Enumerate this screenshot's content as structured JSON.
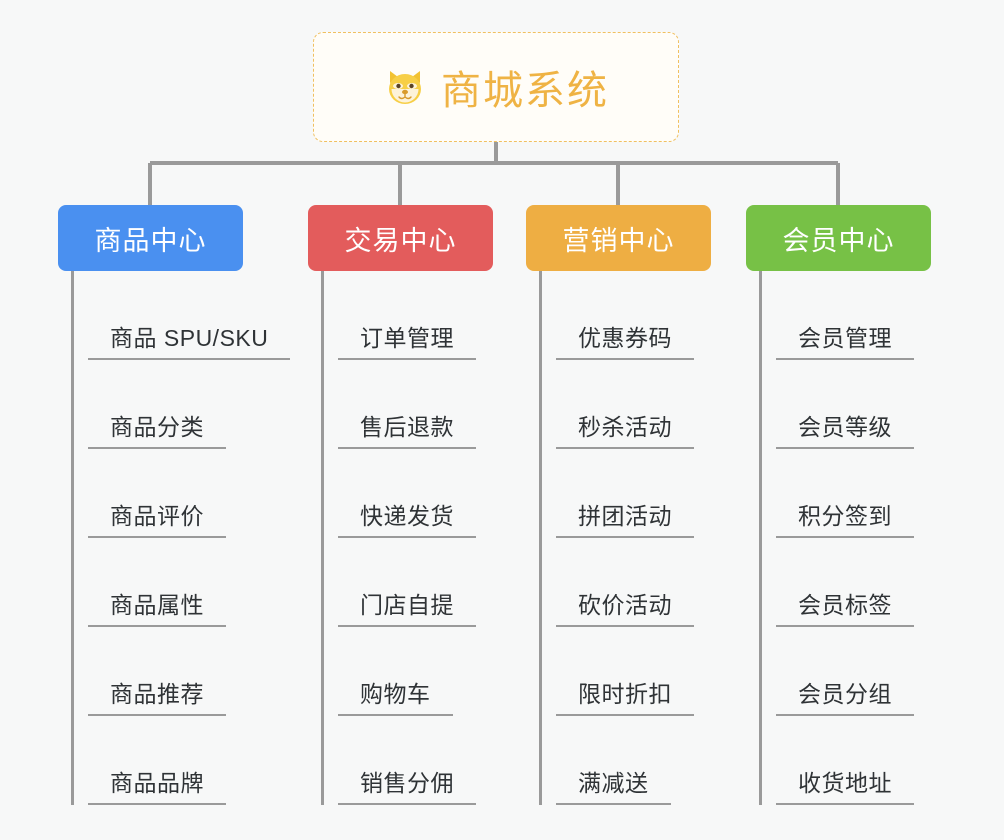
{
  "root": {
    "icon": "shiba-dog-face-icon",
    "icon_glyph": "🐶",
    "title": "商城系统",
    "border_color": "#f0c060",
    "text_color": "#efb344",
    "background": "#fffdf8"
  },
  "canvas": {
    "background": "#f7f8f8",
    "line_color": "#9a9a9a"
  },
  "columns": [
    {
      "header": "商品中心",
      "color": "#4a90f0",
      "items": [
        "商品 SPU/SKU",
        "商品分类",
        "商品评价",
        "商品属性",
        "商品推荐",
        "商品品牌"
      ]
    },
    {
      "header": "交易中心",
      "color": "#e35c5c",
      "items": [
        "订单管理",
        "售后退款",
        "快递发货",
        "门店自提",
        "购物车",
        "销售分佣"
      ]
    },
    {
      "header": "营销中心",
      "color": "#eeae43",
      "items": [
        "优惠券码",
        "秒杀活动",
        "拼团活动",
        "砍价活动",
        "限时折扣",
        "满减送"
      ]
    },
    {
      "header": "会员中心",
      "color": "#77c146",
      "items": [
        "会员管理",
        "会员等级",
        "积分签到",
        "会员标签",
        "会员分组",
        "收货地址"
      ]
    }
  ]
}
